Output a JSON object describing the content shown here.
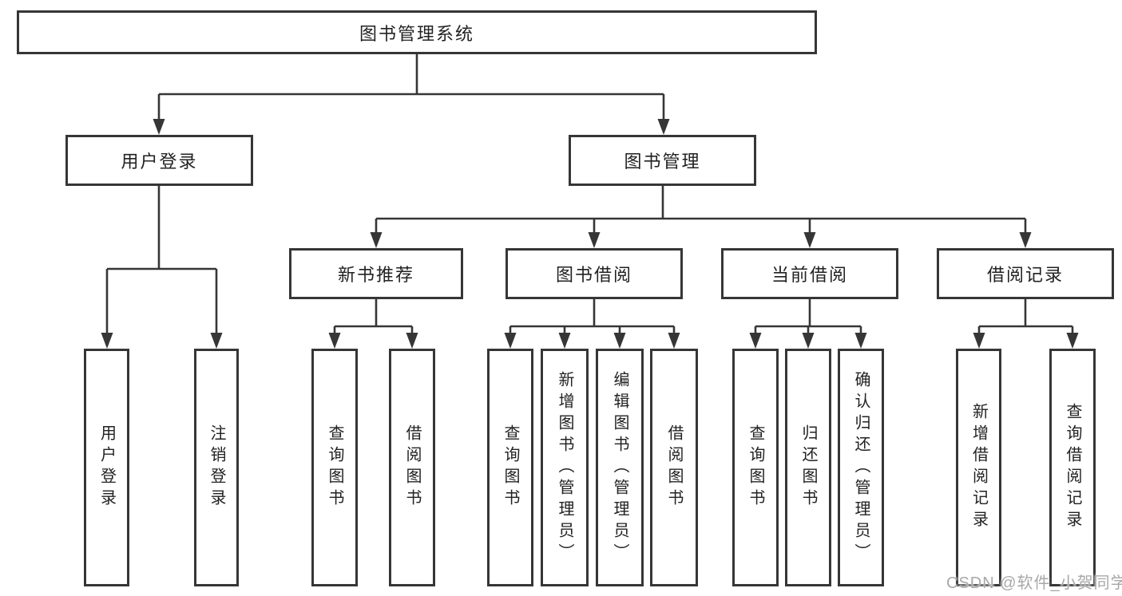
{
  "diagram": {
    "title": "图书管理系统",
    "user_login": {
      "label": "用户登录",
      "children": [
        "用户登录",
        "注销登录"
      ]
    },
    "book_mgmt": {
      "label": "图书管理",
      "sections": [
        {
          "label": "新书推荐",
          "children": [
            "查询图书",
            "借阅图书"
          ]
        },
        {
          "label": "图书借阅",
          "children": [
            "查询图书",
            "新增图书（管理员）",
            "编辑图书（管理员）",
            "借阅图书"
          ]
        },
        {
          "label": "当前借阅",
          "children": [
            "查询图书",
            "归还图书",
            "确认归还（管理员）"
          ]
        },
        {
          "label": "借阅记录",
          "children": [
            "新增借阅记录",
            "查询借阅记录"
          ]
        }
      ]
    }
  },
  "watermark": {
    "text": "CSDN @软件_小贺同学"
  },
  "colors": {
    "line": "#363636",
    "text": "#222222",
    "watermark": "#a8a8a8",
    "background": "#ffffff"
  }
}
